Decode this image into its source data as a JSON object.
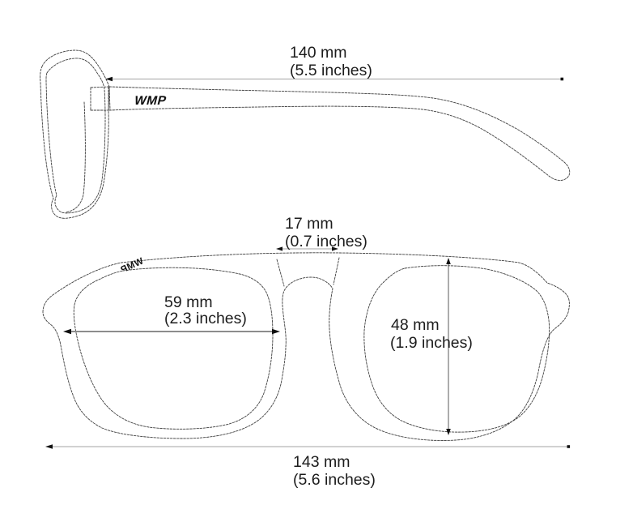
{
  "brand": {
    "logo": "WMP"
  },
  "measurements": {
    "temple_length": {
      "mm": "140 mm",
      "inches": "(5.5 inches)"
    },
    "bridge_width": {
      "mm": "17 mm",
      "inches": "(0.7 inches)"
    },
    "lens_width": {
      "mm": "59 mm",
      "inches": "(2.3 inches)"
    },
    "lens_height": {
      "mm": "48 mm",
      "inches": "(1.9 inches)"
    },
    "frame_width": {
      "mm": "143 mm",
      "inches": "(5.6 inches)"
    }
  },
  "colors": {
    "background": "#ffffff",
    "sketch_line": "#3f3f3f",
    "dimension_line": "#a3a3a3",
    "label_text": "#1c1c1c"
  }
}
